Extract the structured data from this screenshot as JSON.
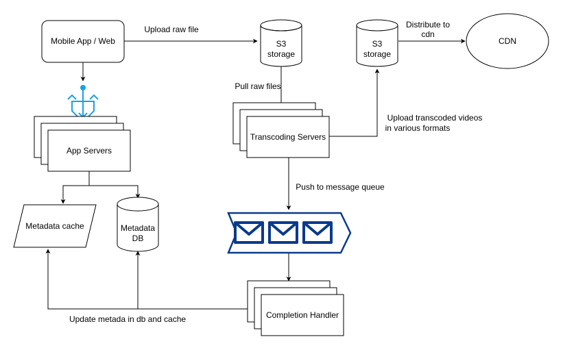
{
  "nodes": {
    "client": "Mobile App / Web",
    "app_servers": "App Servers",
    "s3_raw": {
      "line1": "S3",
      "line2": "storage"
    },
    "transcoding": "Transcoding Servers",
    "s3_out": {
      "line1": "S3",
      "line2": "storage"
    },
    "cdn": "CDN",
    "metadata_cache": "Metadata cache",
    "metadata_db": {
      "line1": "Metadata",
      "line2": "DB"
    },
    "completion": "Completion Handler"
  },
  "edges": {
    "upload_raw": "Upload raw file",
    "distribute": {
      "line1": "Distribute to",
      "line2": "cdn"
    },
    "pull_raw": "Pull raw files",
    "upload_transcoded": {
      "line1": "Upload transcoded videos",
      "line2": "in various formats"
    },
    "push_queue": "Push to message queue",
    "update_meta": "Update metada in db and cache"
  },
  "icons": {
    "load_balancer": "load-balancer-icon",
    "message_queue": "message-queue-icon"
  },
  "colors": {
    "stroke": "#000000",
    "load_balancer": "#1ba1e2",
    "queue": "#0a3a8c"
  }
}
